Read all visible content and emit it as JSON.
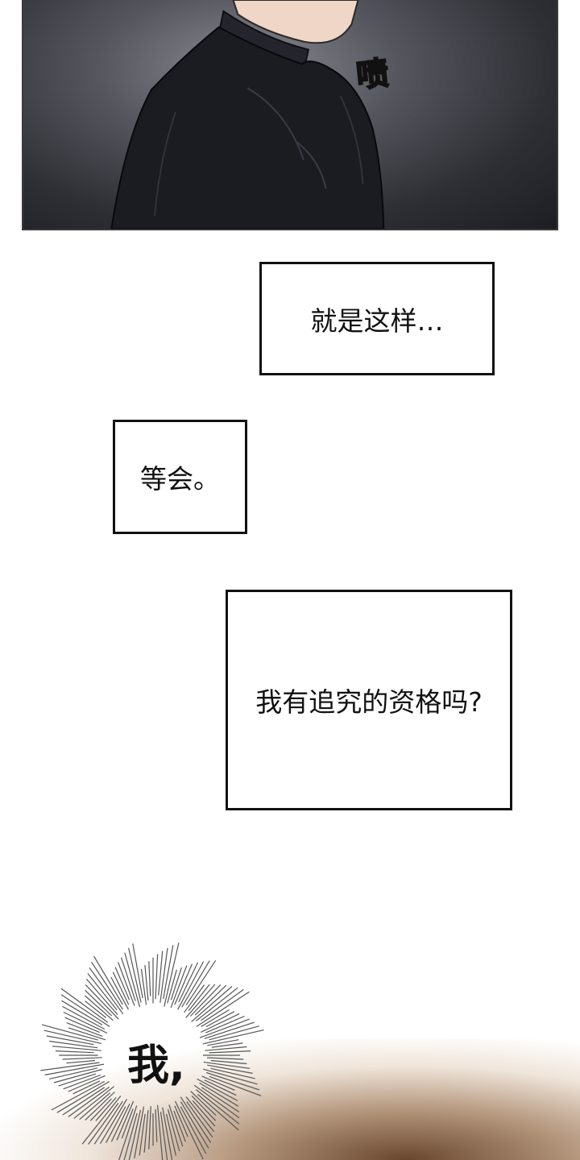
{
  "panel_top": {
    "sfx": "啧"
  },
  "dialogue": {
    "line_1": "就是这样…",
    "line_2": "等会。",
    "line_3": "我有追究的资格吗?"
  },
  "panel_bottom": {
    "shout": "我,"
  },
  "colors": {
    "panel_dark": "#1d1d24",
    "border": "#111111",
    "glow": "#603c22"
  }
}
